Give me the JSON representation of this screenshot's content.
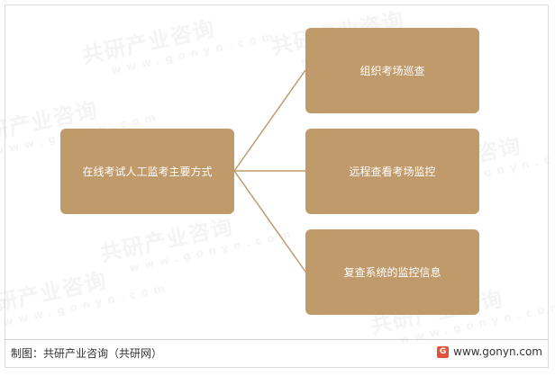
{
  "diagram": {
    "root": "在线考试人工监考主要方式",
    "children": [
      "组织考场巡查",
      "远程查看考场监控",
      "复查系统的监控信息"
    ],
    "box_color": "#c19a6b",
    "line_color": "#c19a6b"
  },
  "footer": {
    "source": "制图：共研产业咨询（共研网）",
    "site": "www.gonyn.com",
    "logo_icon": "gonyn-logo-icon"
  },
  "watermark": {
    "text": "共研产业咨询",
    "sub": "www.gonyn.com"
  }
}
